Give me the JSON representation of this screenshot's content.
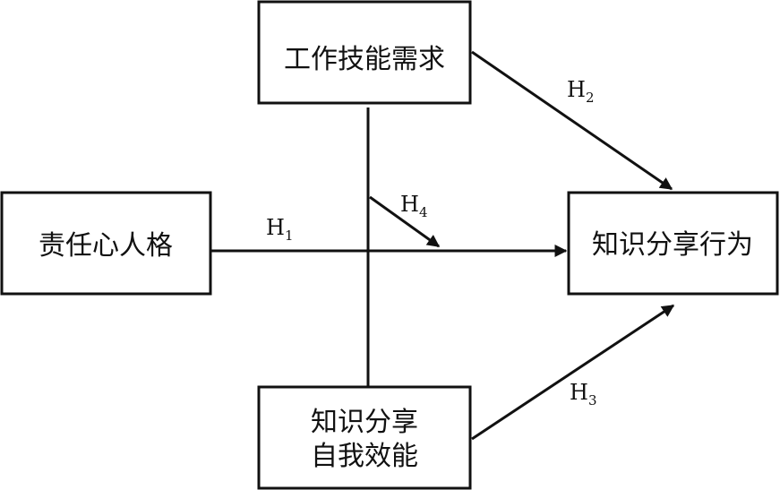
{
  "nodes": {
    "job_skill_demand": [
      "工作技能需求"
    ],
    "conscientiousness": [
      "责任心人格"
    ],
    "knowledge_sharing_behavior": [
      "知识分享行为"
    ],
    "knowledge_sharing_self_efficacy": [
      "知识分享",
      "自我效能"
    ]
  },
  "hypotheses": {
    "h1": {
      "letter": "H",
      "index": "1"
    },
    "h2": {
      "letter": "H",
      "index": "2"
    },
    "h3": {
      "letter": "H",
      "index": "3"
    },
    "h4": {
      "letter": "H",
      "index": "4"
    }
  },
  "colors": {
    "stroke": "#111111",
    "background": "#ffffff"
  }
}
